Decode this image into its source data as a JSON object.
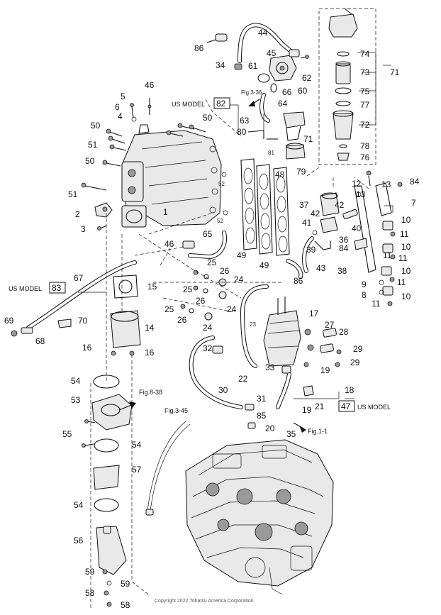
{
  "copyright": "Copyright 2022 Tohatsu America Corporation",
  "model_notes": {
    "us_model_top": "US MODEL",
    "us_model_left": "US MODEL",
    "us_model_right": "US MODEL"
  },
  "boxed_refs": {
    "r82": "82",
    "r83": "83",
    "r47": "47"
  },
  "fig_refs": {
    "fig_3_36": "Fig.3-36",
    "fig_8_38": "Fig.8-38",
    "fig_3_45": "Fig.3-45",
    "fig_1_1": "Fig.1-1"
  },
  "callouts": {
    "c1": "1",
    "c2": "2",
    "c3": "3",
    "c4": "4",
    "c5": "5",
    "c6": "6",
    "c7": "7",
    "c8": "8",
    "c9": "9",
    "c10a": "10",
    "c10b": "10",
    "c10c": "10",
    "c10d": "10",
    "c11a": "11",
    "c11b": "11",
    "c11c": "11",
    "c11d": "11",
    "c11e": "11",
    "c12": "12",
    "c13a": "13",
    "c13b": "13",
    "c14": "14",
    "c15": "15",
    "c16a": "16",
    "c16b": "16",
    "c17": "17",
    "c18": "18",
    "c19a": "19",
    "c19b": "19",
    "c20": "20",
    "c21": "21",
    "c22": "22",
    "c23": "23",
    "c24a": "24",
    "c24b": "24",
    "c24c": "24",
    "c25a": "25",
    "c25b": "25",
    "c25c": "25",
    "c26a": "26",
    "c26b": "26",
    "c26c": "26",
    "c27": "27",
    "c28": "28",
    "c29a": "29",
    "c29b": "29",
    "c30": "30",
    "c31": "31",
    "c32": "32",
    "c33": "33",
    "c34": "34",
    "c35": "35",
    "c36": "36",
    "c37": "37",
    "c38": "38",
    "c39": "39",
    "c40": "40",
    "c41": "41",
    "c42a": "42",
    "c42b": "42",
    "c43": "43",
    "c44": "44",
    "c45": "45",
    "c46a": "46",
    "c46b": "46",
    "c48": "48",
    "c49a": "49",
    "c49b": "49",
    "c50a": "50",
    "c50b": "50",
    "c50c": "50",
    "c51a": "51",
    "c51b": "51",
    "c52a": "52",
    "c52b": "52",
    "c53": "53",
    "c54a": "54",
    "c54b": "54",
    "c54c": "54",
    "c55": "55",
    "c56": "56",
    "c57": "57",
    "c58a": "58",
    "c58b": "58",
    "c59a": "59",
    "c59b": "59",
    "c60": "60",
    "c61": "61",
    "c62": "62",
    "c63": "63",
    "c64": "64",
    "c65": "65",
    "c66": "66",
    "c67": "67",
    "c68": "68",
    "c69": "69",
    "c70": "70",
    "c71a": "71",
    "c71b": "71",
    "c72": "72",
    "c73": "73",
    "c74": "74",
    "c75": "75",
    "c76": "76",
    "c77": "77",
    "c78": "78",
    "c79": "79",
    "c80": "80",
    "c81": "81",
    "c84a": "84",
    "c84b": "84",
    "c85": "85",
    "c86a": "86",
    "c86b": "86"
  }
}
